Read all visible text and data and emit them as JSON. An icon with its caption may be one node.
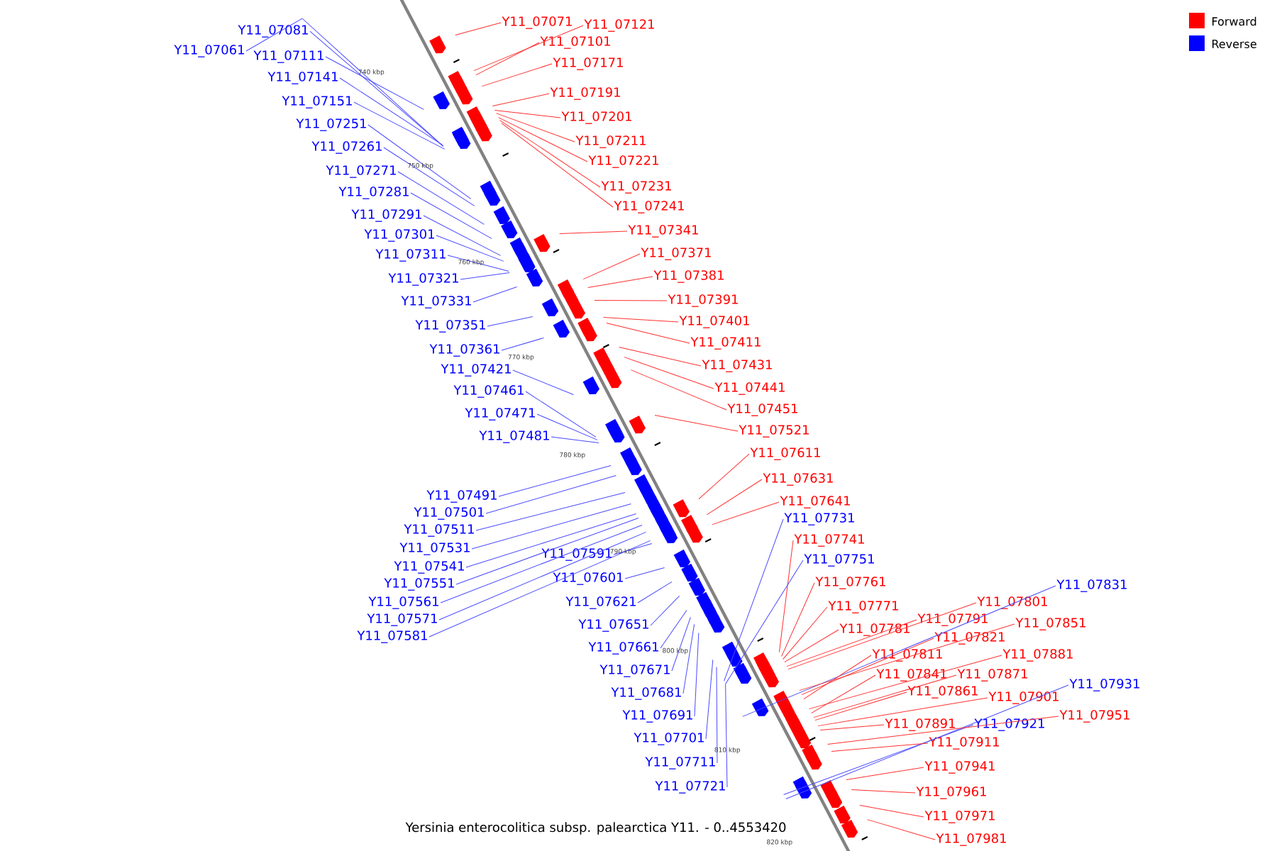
{
  "diagram": {
    "title": "Yersinia enterocolitica subsp. palearctica Y11. - 0..4553420",
    "nodes": [
      {
        "text": [
          "Y11_07081"
        ]
      },
      {
        "text": [
          "Y11_07061"
        ]
      },
      {
        "text": [
          "Y11_07111"
        ]
      },
      {
        "text": [
          "Y11_07141"
        ]
      },
      {
        "text": [
          "Y11_07151"
        ]
      },
      {
        "text": [
          "Y11_07251"
        ]
      },
      {
        "text": [
          "Y11_07261"
        ]
      },
      {
        "text": [
          "Y11_07271"
        ]
      },
      {
        "text": [
          "Y11_07281"
        ]
      },
      {
        "text": [
          "Y11_07291"
        ]
      },
      {
        "text": [
          "Y11_07301"
        ]
      },
      {
        "text": [
          "Y11_07311"
        ]
      },
      {
        "text": [
          "Y11_07321"
        ]
      },
      {
        "text": [
          "Y11_07331"
        ]
      },
      {
        "text": [
          "Y11_07351"
        ]
      },
      {
        "text": [
          "Y11_07361"
        ]
      },
      {
        "text": [
          "Y11_07421"
        ]
      },
      {
        "text": [
          "Y11_07461"
        ]
      },
      {
        "text": [
          "Y11_07471"
        ]
      },
      {
        "text": [
          "Y11_07481"
        ]
      },
      {
        "text": [
          "Y11_07491"
        ]
      },
      {
        "text": [
          "Y11_07501"
        ]
      },
      {
        "text": [
          "Y11_07511"
        ]
      },
      {
        "text": [
          "Y11_07531"
        ]
      },
      {
        "text": [
          "Y11_07541"
        ]
      },
      {
        "text": [
          "Y11_07551"
        ]
      },
      {
        "text": [
          "Y11_07561"
        ]
      },
      {
        "text": [
          "Y11_07571"
        ]
      },
      {
        "text": [
          "Y11_07581"
        ]
      },
      {
        "text": [
          "Y11_07591"
        ]
      },
      {
        "text": [
          "Y11_07601"
        ]
      },
      {
        "text": [
          "Y11_07621"
        ]
      },
      {
        "text": [
          "Y11_07651"
        ]
      },
      {
        "text": [
          "Y11_07661"
        ]
      },
      {
        "text": [
          "Y11_07671"
        ]
      },
      {
        "text": [
          "Y11_07681"
        ]
      },
      {
        "text": [
          "Y11_07691"
        ]
      },
      {
        "text": [
          "Y11_07701"
        ]
      },
      {
        "text": [
          "Y11_07711"
        ]
      },
      {
        "text": [
          "Y11_07721"
        ]
      },
      {
        "text": [
          "Y11_07071"
        ]
      },
      {
        "text": [
          "Y11_07121"
        ]
      },
      {
        "text": [
          "Y11_07101"
        ]
      },
      {
        "text": [
          "Y11_07171"
        ]
      },
      {
        "text": [
          "Y11_07191"
        ]
      },
      {
        "text": [
          "Y11_07201"
        ]
      },
      {
        "text": [
          "Y11_07211"
        ]
      },
      {
        "text": [
          "Y11_07221"
        ]
      },
      {
        "text": [
          "Y11_07231"
        ]
      },
      {
        "text": [
          "Y11_07241"
        ]
      },
      {
        "text": [
          "Y11_07341"
        ]
      },
      {
        "text": [
          "Y11_07371"
        ]
      },
      {
        "text": [
          "Y11_07381"
        ]
      },
      {
        "text": [
          "Y11_07391"
        ]
      },
      {
        "text": [
          "Y11_07401"
        ]
      },
      {
        "text": [
          "Y11_07411"
        ]
      },
      {
        "text": [
          "Y11_07431"
        ]
      },
      {
        "text": [
          "Y11_07441"
        ]
      },
      {
        "text": [
          "Y11_07451"
        ]
      },
      {
        "text": [
          "Y11_07521"
        ]
      },
      {
        "text": [
          "Y11_07611"
        ]
      },
      {
        "text": [
          "Y11_07631"
        ]
      },
      {
        "text": [
          "Y11_07641"
        ]
      },
      {
        "text": [
          "Y11_07731"
        ]
      },
      {
        "text": [
          "Y11_07741"
        ]
      },
      {
        "text": [
          "Y11_07751"
        ]
      },
      {
        "text": [
          "Y11_07761"
        ]
      },
      {
        "text": [
          "Y11_07771"
        ]
      },
      {
        "text": [
          "Y11_07781"
        ]
      },
      {
        "text": [
          "Y11_07791"
        ]
      },
      {
        "text": [
          "Y11_07801"
        ]
      },
      {
        "text": [
          "Y11_07831"
        ]
      },
      {
        "text": [
          "Y11_07851"
        ]
      },
      {
        "text": [
          "Y11_07821"
        ]
      },
      {
        "text": [
          "Y11_07811"
        ]
      },
      {
        "text": [
          "Y11_07881"
        ]
      },
      {
        "text": [
          "Y11_07841"
        ]
      },
      {
        "text": [
          "Y11_07871"
        ]
      },
      {
        "text": [
          "Y11_07861"
        ]
      },
      {
        "text": [
          "Y11_07901"
        ]
      },
      {
        "text": [
          "Y11_07931"
        ]
      },
      {
        "text": [
          "Y11_07891"
        ]
      },
      {
        "text": [
          "Y11_07921"
        ]
      },
      {
        "text": [
          "Y11_07951"
        ]
      },
      {
        "text": [
          "Y11_07911"
        ]
      },
      {
        "text": [
          "Y11_07941"
        ]
      },
      {
        "text": [
          "Y11_07961"
        ]
      },
      {
        "text": [
          "Y11_07971"
        ]
      },
      {
        "text": [
          "Y11_07981"
        ]
      }
    ],
    "edges": [
      {
        "from": 0,
        "to": null,
        "arrow": "none",
        "color": "#4a4aff"
      },
      {
        "from": 1,
        "to": null,
        "arrow": "none",
        "color": "#4a4aff"
      },
      {
        "from": 2,
        "to": null,
        "arrow": "none",
        "color": "#4a4aff"
      },
      {
        "from": 3,
        "to": null,
        "arrow": "none",
        "color": "#4a4aff"
      },
      {
        "from": 4,
        "to": null,
        "arrow": "none",
        "color": "#4a4aff"
      },
      {
        "from": 5,
        "to": null,
        "arrow": "none",
        "color": "#4a4aff"
      },
      {
        "from": 6,
        "to": null,
        "arrow": "none",
        "color": "#4a4aff"
      },
      {
        "from": 7,
        "to": null,
        "arrow": "none",
        "color": "#4a4aff"
      },
      {
        "from": 8,
        "to": null,
        "arrow": "none",
        "color": "#4a4aff"
      },
      {
        "from": 9,
        "to": null,
        "arrow": "none",
        "color": "#4a4aff"
      },
      {
        "from": 10,
        "to": null,
        "arrow": "none",
        "color": "#4a4aff"
      },
      {
        "from": 11,
        "to": null,
        "arrow": "none",
        "color": "#4a4aff"
      },
      {
        "from": 12,
        "to": null,
        "arrow": "none",
        "color": "#4a4aff"
      },
      {
        "from": 13,
        "to": null,
        "arrow": "none",
        "color": "#4a4aff"
      },
      {
        "from": 14,
        "to": null,
        "arrow": "none",
        "color": "#4a4aff"
      },
      {
        "from": 15,
        "to": null,
        "arrow": "none",
        "color": "#4a4aff"
      },
      {
        "from": 16,
        "to": null,
        "arrow": "none",
        "color": "#4a4aff"
      },
      {
        "from": 17,
        "to": null,
        "arrow": "none",
        "color": "#4a4aff"
      },
      {
        "from": 18,
        "to": null,
        "arrow": "none",
        "color": "#4a4aff"
      },
      {
        "from": 19,
        "to": null,
        "arrow": "none",
        "color": "#4a4aff"
      },
      {
        "from": 20,
        "to": null,
        "arrow": "none",
        "color": "#4a4aff"
      },
      {
        "from": 21,
        "to": null,
        "arrow": "none",
        "color": "#4a4aff"
      },
      {
        "from": 22,
        "to": null,
        "arrow": "none",
        "color": "#4a4aff"
      },
      {
        "from": 23,
        "to": null,
        "arrow": "none",
        "color": "#4a4aff"
      },
      {
        "from": 24,
        "to": null,
        "arrow": "none",
        "color": "#4a4aff"
      },
      {
        "from": 25,
        "to": null,
        "arrow": "none",
        "color": "#4a4aff"
      },
      {
        "from": 26,
        "to": null,
        "arrow": "none",
        "color": "#4a4aff"
      },
      {
        "from": 27,
        "to": null,
        "arrow": "none",
        "color": "#4a4aff"
      },
      {
        "from": 28,
        "to": null,
        "arrow": "none",
        "color": "#4a4aff"
      },
      {
        "from": 29,
        "to": null,
        "arrow": "none",
        "color": "#4a4aff"
      },
      {
        "from": 30,
        "to": null,
        "arrow": "none",
        "color": "#4a4aff"
      },
      {
        "from": 31,
        "to": null,
        "arrow": "none",
        "color": "#4a4aff"
      },
      {
        "from": 32,
        "to": null,
        "arrow": "none",
        "color": "#4a4aff"
      },
      {
        "from": 33,
        "to": null,
        "arrow": "none",
        "color": "#4a4aff"
      },
      {
        "from": 34,
        "to": null,
        "arrow": "none",
        "color": "#4a4aff"
      },
      {
        "from": 35,
        "to": null,
        "arrow": "none",
        "color": "#4a4aff"
      },
      {
        "from": 36,
        "to": null,
        "arrow": "none",
        "color": "#4a4aff"
      },
      {
        "from": 37,
        "to": null,
        "arrow": "none",
        "color": "#4a4aff"
      },
      {
        "from": 38,
        "to": null,
        "arrow": "none",
        "color": "#4a4aff"
      },
      {
        "from": 39,
        "to": null,
        "arrow": "none",
        "color": "#4a4aff"
      },
      {
        "from": 40,
        "to": null,
        "arrow": "none",
        "color": "#ff3030"
      },
      {
        "from": 41,
        "to": null,
        "arrow": "none",
        "color": "#ff3030"
      },
      {
        "from": 42,
        "to": null,
        "arrow": "none",
        "color": "#ff3030"
      },
      {
        "from": 43,
        "to": null,
        "arrow": "none",
        "color": "#ff3030"
      },
      {
        "from": 44,
        "to": null,
        "arrow": "none",
        "color": "#ff3030"
      },
      {
        "from": 45,
        "to": null,
        "arrow": "none",
        "color": "#ff3030"
      },
      {
        "from": 46,
        "to": null,
        "arrow": "none",
        "color": "#ff3030"
      },
      {
        "from": 47,
        "to": null,
        "arrow": "none",
        "color": "#ff3030"
      },
      {
        "from": 48,
        "to": null,
        "arrow": "none",
        "color": "#ff3030"
      },
      {
        "from": 49,
        "to": null,
        "arrow": "none",
        "color": "#ff3030"
      },
      {
        "from": 50,
        "to": null,
        "arrow": "none",
        "color": "#ff3030"
      },
      {
        "from": 51,
        "to": null,
        "arrow": "none",
        "color": "#ff3030"
      },
      {
        "from": 52,
        "to": null,
        "arrow": "none",
        "color": "#ff3030"
      },
      {
        "from": 53,
        "to": null,
        "arrow": "none",
        "color": "#ff3030"
      },
      {
        "from": 54,
        "to": null,
        "arrow": "none",
        "color": "#ff3030"
      },
      {
        "from": 55,
        "to": null,
        "arrow": "none",
        "color": "#ff3030"
      },
      {
        "from": 56,
        "to": null,
        "arrow": "none",
        "color": "#ff3030"
      },
      {
        "from": 57,
        "to": null,
        "arrow": "none",
        "color": "#ff3030"
      },
      {
        "from": 58,
        "to": null,
        "arrow": "none",
        "color": "#ff3030"
      },
      {
        "from": 59,
        "to": null,
        "arrow": "none",
        "color": "#ff3030"
      },
      {
        "from": 60,
        "to": null,
        "arrow": "none",
        "color": "#ff3030"
      },
      {
        "from": 61,
        "to": null,
        "arrow": "none",
        "color": "#ff3030"
      },
      {
        "from": 62,
        "to": null,
        "arrow": "none",
        "color": "#ff3030"
      },
      {
        "from": 63,
        "to": null,
        "arrow": "none",
        "color": "#4a4aff"
      },
      {
        "from": 64,
        "to": null,
        "arrow": "none",
        "color": "#ff3030"
      },
      {
        "from": 65,
        "to": null,
        "arrow": "none",
        "color": "#4a4aff"
      },
      {
        "from": 66,
        "to": null,
        "arrow": "none",
        "color": "#ff3030"
      },
      {
        "from": 67,
        "to": null,
        "arrow": "none",
        "color": "#ff3030"
      },
      {
        "from": 68,
        "to": null,
        "arrow": "none",
        "color": "#ff3030"
      },
      {
        "from": 69,
        "to": null,
        "arrow": "none",
        "color": "#ff3030"
      },
      {
        "from": 70,
        "to": null,
        "arrow": "none",
        "color": "#ff3030"
      },
      {
        "from": 71,
        "to": null,
        "arrow": "none",
        "color": "#4a4aff"
      },
      {
        "from": 72,
        "to": null,
        "arrow": "none",
        "color": "#ff3030"
      },
      {
        "from": 73,
        "to": null,
        "arrow": "none",
        "color": "#ff3030"
      },
      {
        "from": 74,
        "to": null,
        "arrow": "none",
        "color": "#ff3030"
      },
      {
        "from": 75,
        "to": null,
        "arrow": "none",
        "color": "#ff3030"
      },
      {
        "from": 76,
        "to": null,
        "arrow": "none",
        "color": "#ff3030"
      },
      {
        "from": 77,
        "to": null,
        "arrow": "none",
        "color": "#ff3030"
      },
      {
        "from": 78,
        "to": null,
        "arrow": "none",
        "color": "#ff3030"
      },
      {
        "from": 79,
        "to": null,
        "arrow": "none",
        "color": "#ff3030"
      },
      {
        "from": 80,
        "to": null,
        "arrow": "none",
        "color": "#4a4aff"
      },
      {
        "from": 81,
        "to": null,
        "arrow": "none",
        "color": "#ff3030"
      },
      {
        "from": 82,
        "to": null,
        "arrow": "none",
        "color": "#4a4aff"
      },
      {
        "from": 83,
        "to": null,
        "arrow": "none",
        "color": "#ff3030"
      },
      {
        "from": 84,
        "to": null,
        "arrow": "none",
        "color": "#ff3030"
      },
      {
        "from": 85,
        "to": null,
        "arrow": "none",
        "color": "#ff3030"
      },
      {
        "from": 86,
        "to": null,
        "arrow": "none",
        "color": "#ff3030"
      },
      {
        "from": 87,
        "to": null,
        "arrow": "none",
        "color": "#ff3030"
      },
      {
        "from": 88,
        "to": null,
        "arrow": "none",
        "color": "#ff3030"
      }
    ],
    "labels": [
      "740 kbp",
      "750 kbp",
      "760 kbp",
      "770 kbp",
      "780 kbp",
      "790 kbp",
      "800 kbp",
      "810 kbp",
      "820 kbp"
    ],
    "legend": [
      {
        "text": "Forward",
        "color": "#ff0000"
      },
      {
        "text": "Reverse",
        "color": "#0000ff"
      }
    ]
  }
}
